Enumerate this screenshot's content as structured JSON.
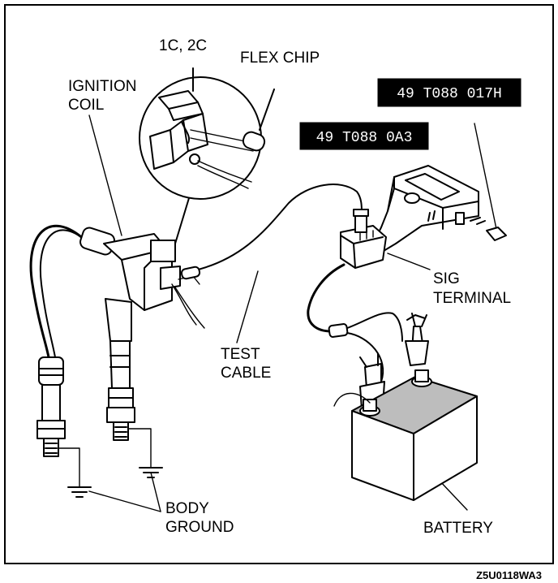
{
  "diagram": {
    "labels": {
      "connector_pins": "1C, 2C",
      "flex_chip": "FLEX CHIP",
      "ignition_coil_line1": "IGNITION",
      "ignition_coil_line2": "COIL",
      "tester_part_number": "49 T088 0A3",
      "flex_chip_part_number": "49 T088 017H",
      "sig_terminal_line1": "SIG",
      "sig_terminal_line2": "TERMINAL",
      "test_cable_line1": "TEST",
      "test_cable_line2": "CABLE",
      "body_ground_line1": "BODY",
      "body_ground_line2": "GROUND",
      "battery": "BATTERY",
      "figure_code": "Z5U0118WA3"
    }
  }
}
